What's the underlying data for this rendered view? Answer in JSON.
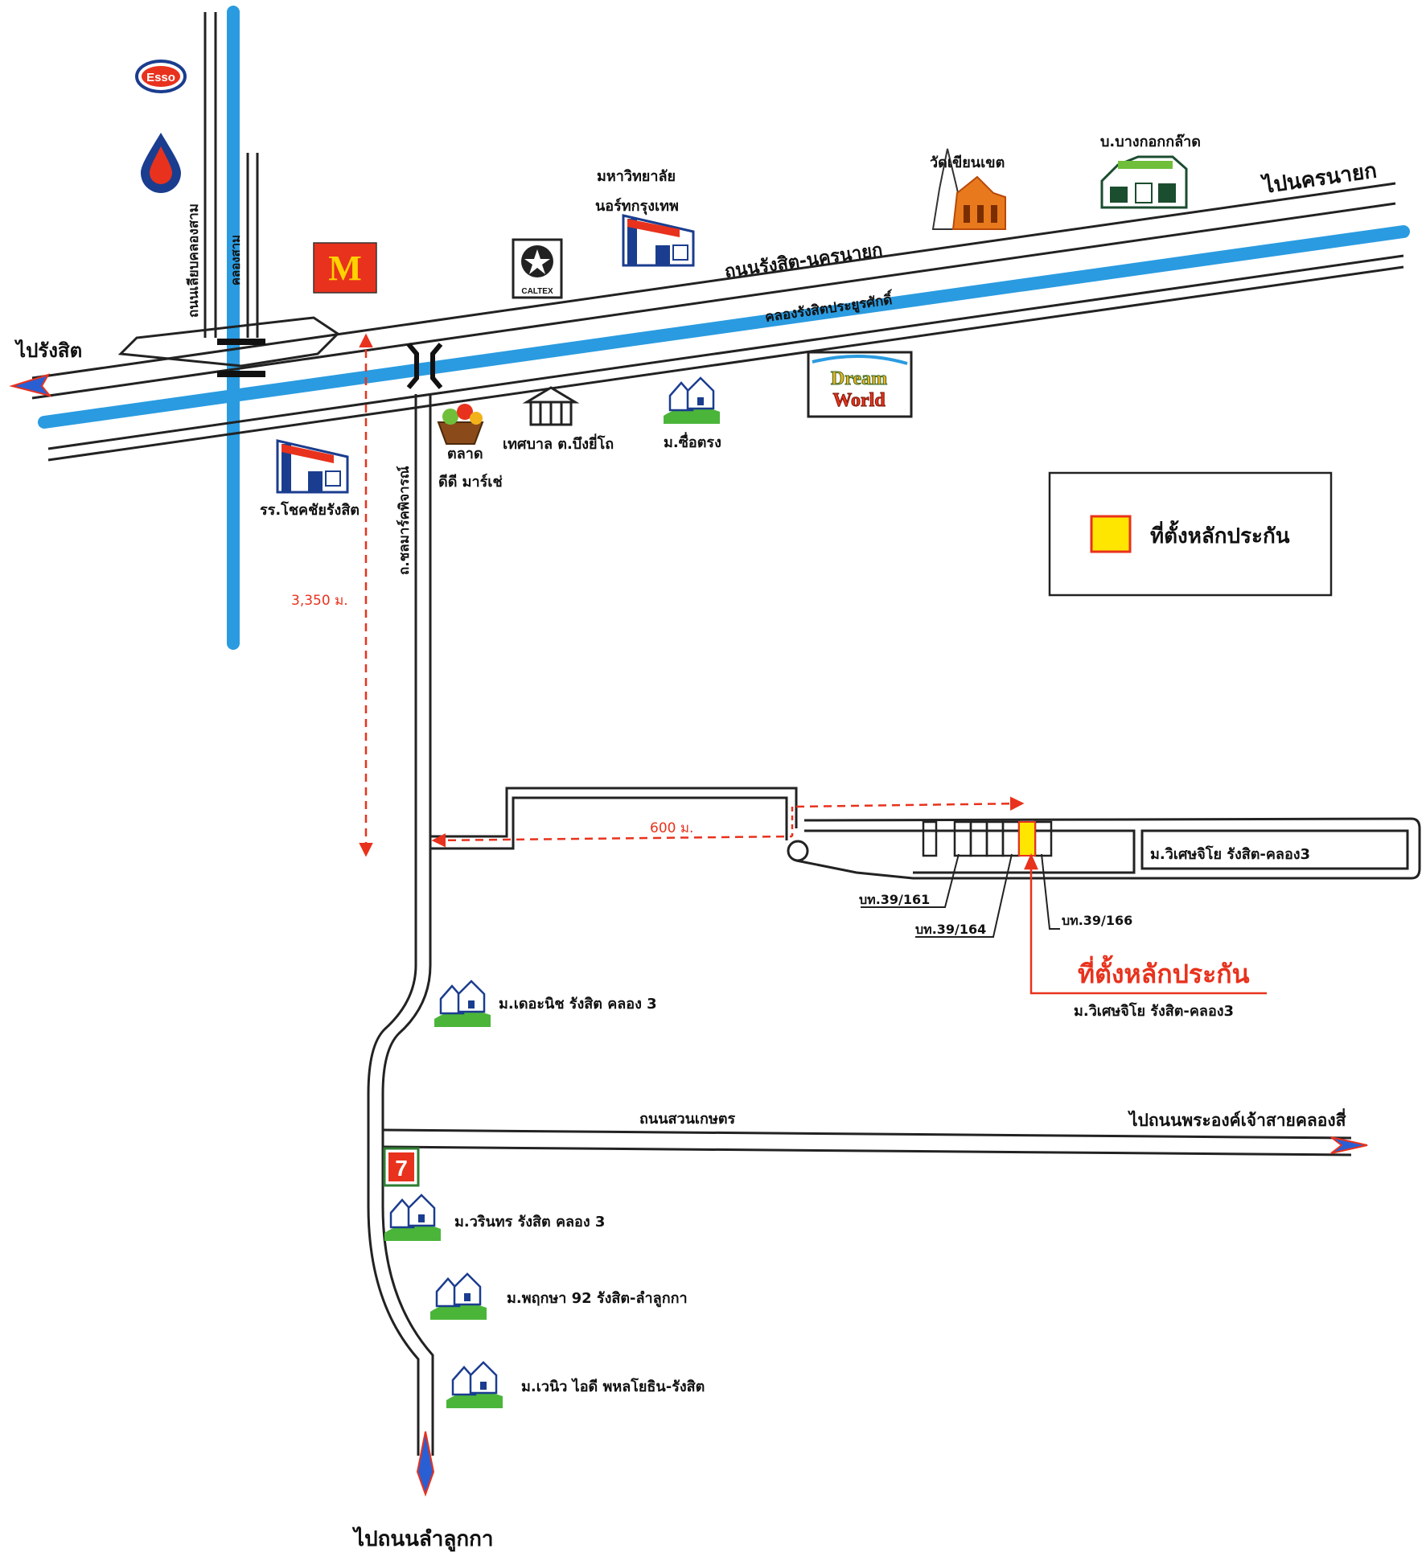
{
  "directions": {
    "to_rangsit": "ไปรังสิต",
    "to_nakhon_nayok": "ไปนครนายก",
    "to_lam_luk_ka": "ไปถนนลำลูกกา",
    "to_phra_ong_chao": "ไปถนนพระองค์เจ้าสายคลองสี่"
  },
  "roads": {
    "rangsit_nakhon_nayok": "ถนนรังสิต-นครนายก",
    "canal_rangsit": "คลองรังสิตประยูรศักดิ์",
    "canal_road_khlong3": "ถนนเลียบคลองสาม",
    "khlong3": "คลองสาม",
    "chonlamarkphichan": "ถ.ชลมาร์คพิจารณ์",
    "suan_kaset": "ถนนสวนเกษตร"
  },
  "landmarks": {
    "esso": "Esso",
    "caltex": "CALTEX",
    "dream_world_line1": "Dream",
    "dream_world_line2": "World",
    "mcdonalds": "M",
    "university_line1": "มหาวิทยาลัย",
    "university_line2": "นอร์ทกรุงเทพ",
    "wat": "วัดเขียนเขต",
    "bangkok_kradat": "บ.บางกอกกล๊าด",
    "school": "รร.โชคชัยรังสิต",
    "market_line1": "ตลาด",
    "market_line2": "ดีดี มาร์เช่",
    "municipality": "เทศบาล ต.บึงยี่โถ",
    "sue_trong": "ม.ซื่อตรง",
    "the_nice": "ม.เดอะนิช รังสิต คลอง 3",
    "varintorn": "ม.วรินทร รังสิต คลอง 3",
    "pruksa": "ม.พฤกษา 92 รังสิต-ลำลูกกา",
    "venue": "ม.เวนิว ไอดี พหลโยธิน-รังสิต",
    "wisetchai": "ม.วิเศษจิโย รังสิต-คลอง3",
    "seven_eleven": "7"
  },
  "distances": {
    "vertical": "3,350 ม.",
    "horizontal": "600 ม."
  },
  "units": {
    "u161": "บท.39/161",
    "u164": "บท.39/164",
    "u166": "บท.39/166"
  },
  "collateral": {
    "title": "ที่ตั้งหลักประกัน",
    "subtitle": "ม.วิเศษจิโย รังสิต-คลอง3"
  },
  "legend": {
    "label": "ที่ตั้งหลักประกัน",
    "swatch_color": "#ffe600"
  },
  "colors": {
    "canal": "#2a9be0",
    "dimension": "#e8321d",
    "road_outline": "#222222"
  }
}
